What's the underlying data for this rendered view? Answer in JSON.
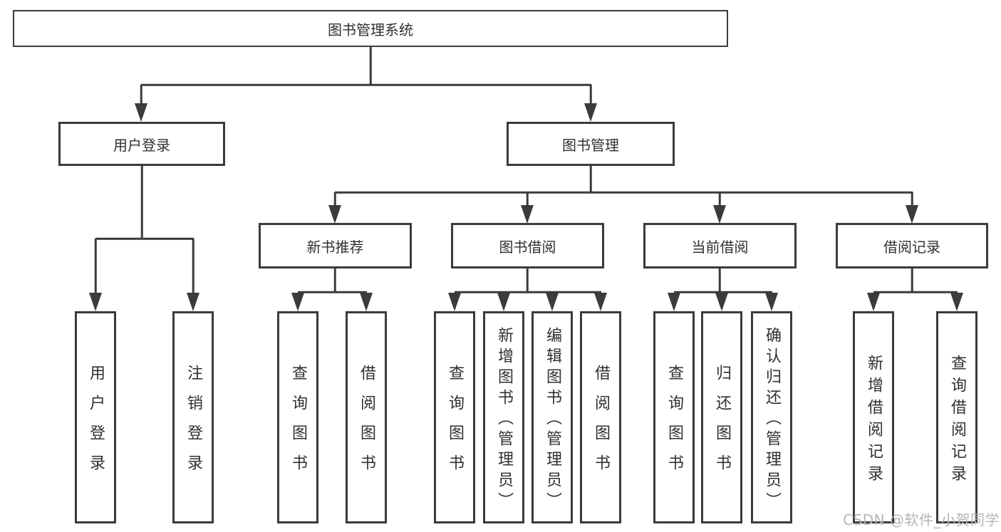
{
  "diagram": {
    "root": {
      "label": "图书管理系统"
    },
    "level1": [
      {
        "label": "用户登录",
        "parent": "图书管理系统"
      },
      {
        "label": "图书管理",
        "parent": "图书管理系统"
      }
    ],
    "level2": [
      {
        "label": "新书推荐",
        "parent": "图书管理"
      },
      {
        "label": "图书借阅",
        "parent": "图书管理"
      },
      {
        "label": "当前借阅",
        "parent": "图书管理"
      },
      {
        "label": "借阅记录",
        "parent": "图书管理"
      }
    ],
    "leaves": [
      {
        "label": "用户登录",
        "parent": "用户登录"
      },
      {
        "label": "注销登录",
        "parent": "用户登录"
      },
      {
        "label": "查询图书",
        "parent": "新书推荐"
      },
      {
        "label": "借阅图书",
        "parent": "新书推荐"
      },
      {
        "label": "查询图书",
        "parent": "图书借阅"
      },
      {
        "label": "新增图书（管理员）",
        "parent": "图书借阅"
      },
      {
        "label": "编辑图书（管理员）",
        "parent": "图书借阅"
      },
      {
        "label": "借阅图书",
        "parent": "图书借阅"
      },
      {
        "label": "查询图书",
        "parent": "当前借阅"
      },
      {
        "label": "归还图书",
        "parent": "当前借阅"
      },
      {
        "label": "确认归还（管理员）",
        "parent": "当前借阅"
      },
      {
        "label": "新增借阅记录",
        "parent": "借阅记录"
      },
      {
        "label": "查询借阅记录",
        "parent": "借阅记录"
      }
    ]
  },
  "watermark": {
    "text": "CSDN @软件_小贺同学"
  },
  "colors": {
    "line": "#3b3b3b",
    "text": "#303030",
    "watermark": "#b5b5b5",
    "bg": "#ffffff"
  }
}
